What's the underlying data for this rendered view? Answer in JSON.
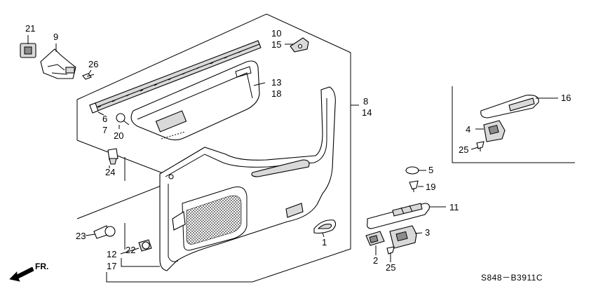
{
  "labels": {
    "c1": "1",
    "c2": "2",
    "c3": "3",
    "c4": "4",
    "c5": "5",
    "c6": "6",
    "c7": "7",
    "c8": "8",
    "c9": "9",
    "c10": "10",
    "c11": "11",
    "c12": "12",
    "c13": "13",
    "c14": "14",
    "c15": "15",
    "c16": "16",
    "c17": "17",
    "c18": "18",
    "c19": "19",
    "c20": "20",
    "c21": "21",
    "c22": "22",
    "c23": "23",
    "c24": "24",
    "c25a": "25",
    "c25b": "25",
    "c26": "26"
  },
  "diagram_code": "S848－B3911C",
  "front_label": "FR."
}
